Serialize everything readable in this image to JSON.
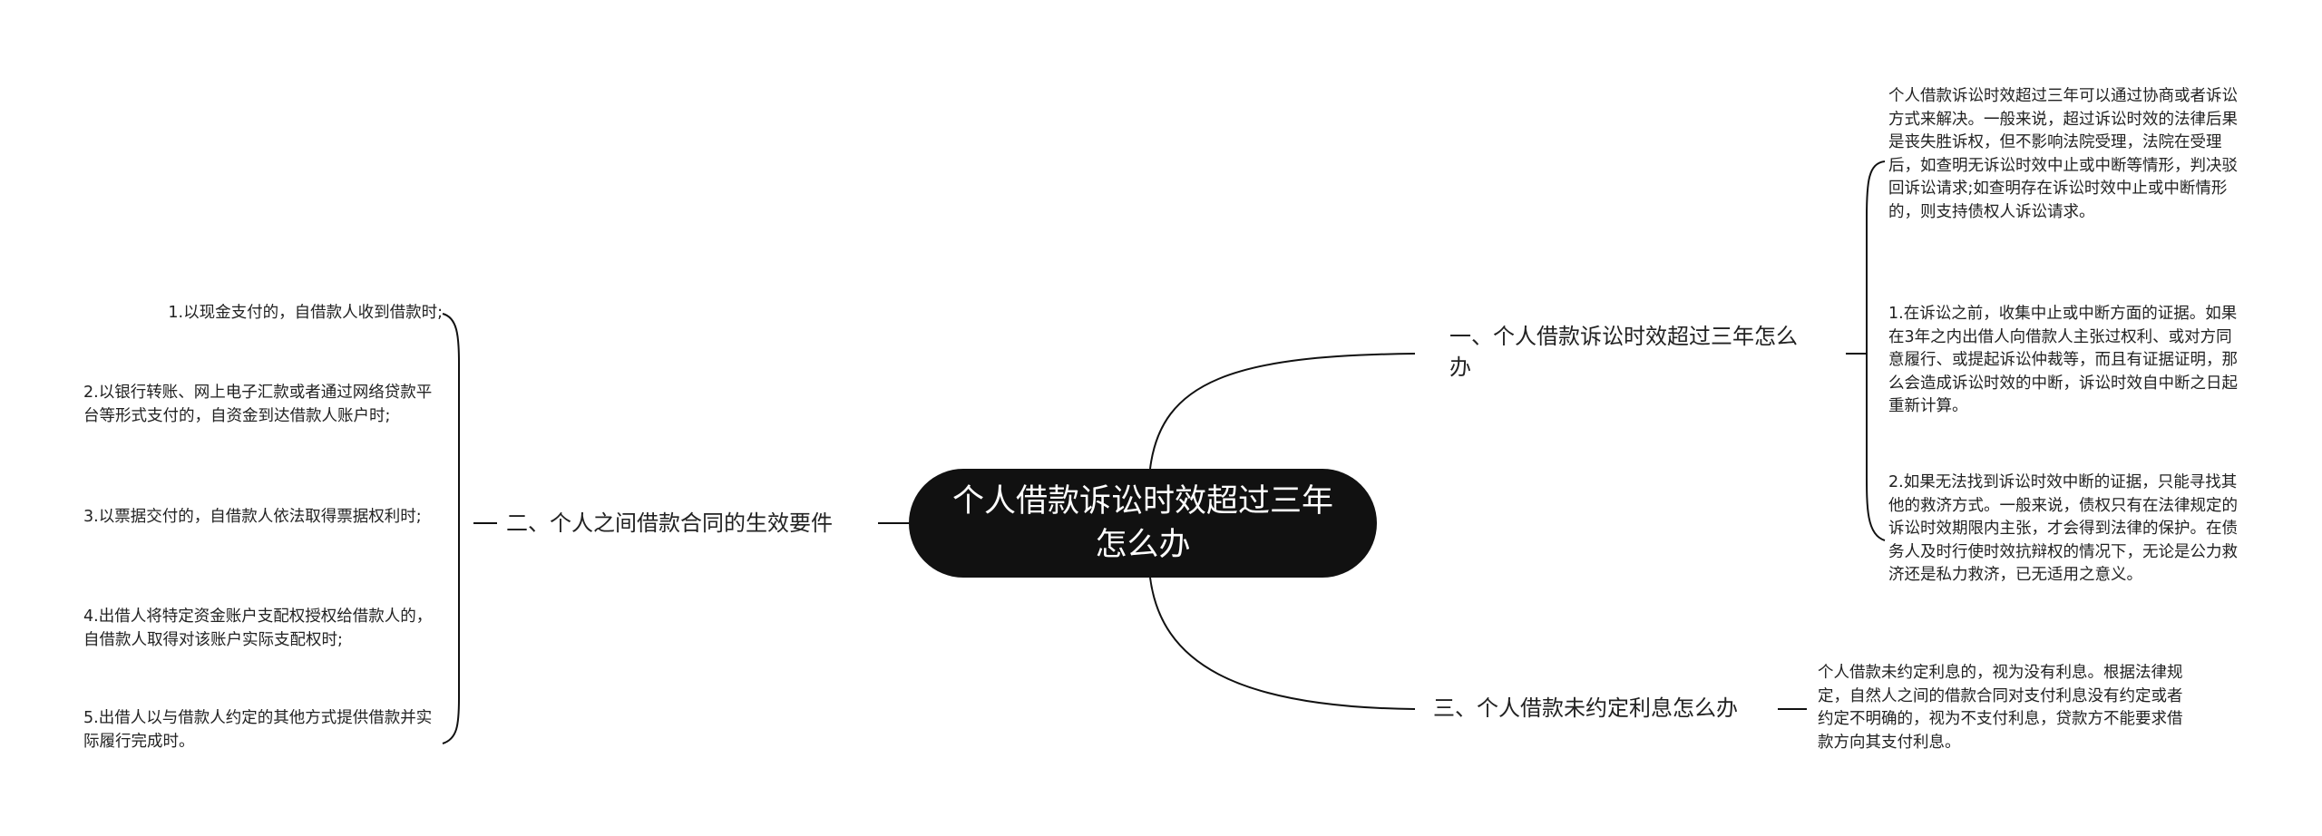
{
  "center": {
    "title": "个人借款诉讼时效超过三年怎么办"
  },
  "branches": {
    "b1": {
      "label": "一、个人借款诉讼时效超过三年怎么办",
      "details": [
        "个人借款诉讼时效超过三年可以通过协商或者诉讼方式来解决。一般来说，超过诉讼时效的法律后果是丧失胜诉权，但不影响法院受理，法院在受理后，如查明无诉讼时效中止或中断等情形，判决驳回诉讼请求;如查明存在诉讼时效中止或中断情形的，则支持债权人诉讼请求。",
        "1.在诉讼之前，收集中止或中断方面的证据。如果在3年之内出借人向借款人主张过权利、或对方同意履行、或提起诉讼仲裁等，而且有证据证明，那么会造成诉讼时效的中断，诉讼时效自中断之日起重新计算。",
        "2.如果无法找到诉讼时效中断的证据，只能寻找其他的救济方式。一般来说，债权只有在法律规定的诉讼时效期限内主张，才会得到法律的保护。在债务人及时行使时效抗辩权的情况下，无论是公力救济还是私力救济，已无适用之意义。"
      ]
    },
    "b2": {
      "label": "二、个人之间借款合同的生效要件",
      "details": [
        "1.以现金支付的，自借款人收到借款时;",
        "2.以银行转账、网上电子汇款或者通过网络贷款平台等形式支付的，自资金到达借款人账户时;",
        "3.以票据交付的，自借款人依法取得票据权利时;",
        "4.出借人将特定资金账户支配权授权给借款人的，自借款人取得对该账户实际支配权时;",
        "5.出借人以与借款人约定的其他方式提供借款并实际履行完成时。"
      ]
    },
    "b3": {
      "label": "三、个人借款未约定利息怎么办",
      "details": [
        "个人借款未约定利息的，视为没有利息。根据法律规定，自然人之间的借款合同对支付利息没有约定或者约定不明确的，视为不支付利息，贷款方不能要求借款方向其支付利息。"
      ]
    }
  }
}
